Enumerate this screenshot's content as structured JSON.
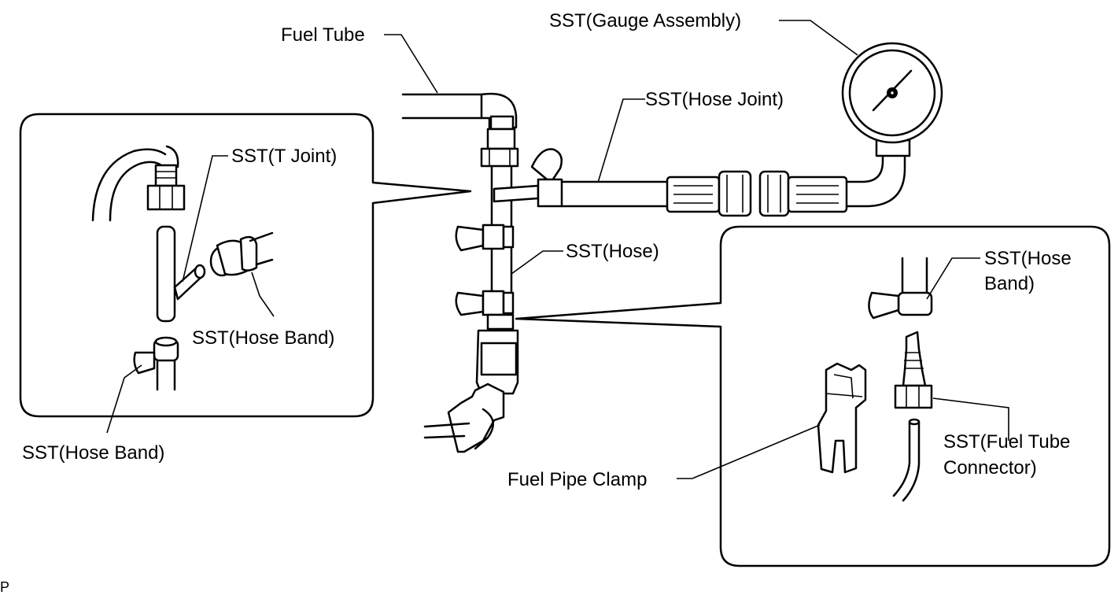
{
  "labels": {
    "fuel_tube": "Fuel Tube",
    "gauge_assembly": "SST(Gauge Assembly)",
    "hose_joint": "SST(Hose Joint)",
    "t_joint": "SST(T Joint)",
    "hose": "SST(Hose)",
    "hose_band_left_inset_right": "SST(Hose Band)",
    "hose_band_left_inset_bottom": "SST(Hose Band)",
    "hose_band_right_inset_line1": "SST(Hose",
    "hose_band_right_inset_line2": "Band)",
    "fuel_tube_connector_line1": "SST(Fuel Tube",
    "fuel_tube_connector_line2": "Connector)",
    "fuel_pipe_clamp": "Fuel Pipe Clamp",
    "corner_mark": "P"
  }
}
